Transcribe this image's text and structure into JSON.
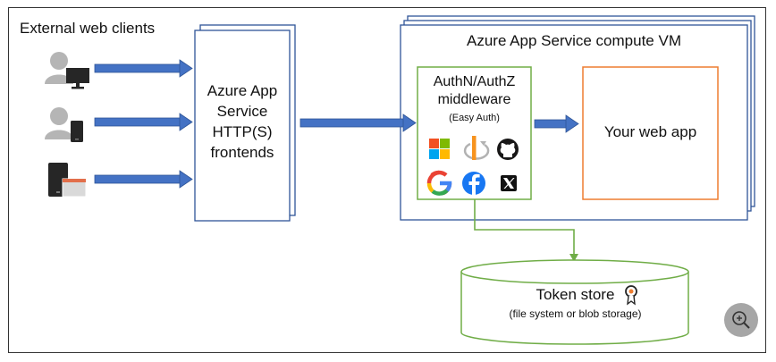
{
  "labels": {
    "external_clients": "External web clients",
    "compute_vm": "Azure App Service compute VM",
    "frontend": [
      "Azure App",
      "Service",
      "HTTP(S)",
      "frontends"
    ],
    "auth_title": [
      "AuthN/AuthZ",
      "middleware"
    ],
    "auth_subtitle": "(Easy Auth)",
    "web_app": "Your web app",
    "token_store": "Token store",
    "token_store_sub": "(file system or blob storage)"
  },
  "clients": [
    {
      "icon": "user-desktop-icon"
    },
    {
      "icon": "user-mobile-icon"
    },
    {
      "icon": "device-browser-icon"
    }
  ],
  "providers": [
    {
      "icon": "microsoft-icon"
    },
    {
      "icon": "openid-icon"
    },
    {
      "icon": "github-icon"
    },
    {
      "icon": "google-icon"
    },
    {
      "icon": "facebook-icon"
    },
    {
      "icon": "x-icon"
    }
  ],
  "colors": {
    "arrow": "#4472c4",
    "arrow_outline": "#2f5597",
    "box_border": "#2f5597",
    "auth_border": "#70ad47",
    "webapp_border": "#ed7d31",
    "token_border": "#70ad47",
    "connector": "#70ad47"
  }
}
